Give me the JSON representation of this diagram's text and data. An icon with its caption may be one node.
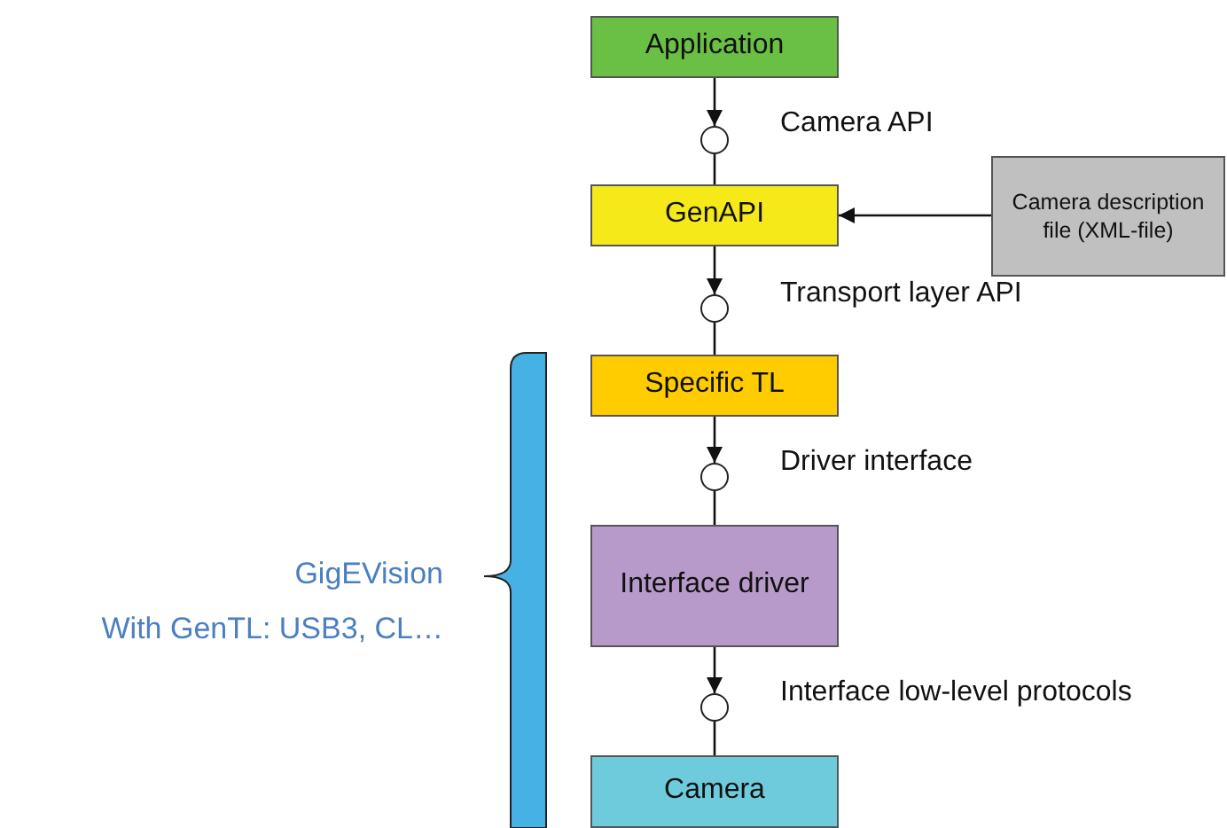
{
  "diagram": {
    "nodes": [
      {
        "text": [
          "Application"
        ]
      },
      {
        "text": [],
        "shape": "circle"
      },
      {
        "text": [
          "GenAPI"
        ]
      },
      {
        "text": [
          "Camera description file (XML-file)"
        ]
      },
      {
        "text": [],
        "shape": "circle"
      },
      {
        "text": [
          "Specific TL"
        ]
      },
      {
        "text": [],
        "shape": "circle"
      },
      {
        "text": [
          "Interface driver"
        ]
      },
      {
        "text": [],
        "shape": "circle"
      },
      {
        "text": [
          "Camera"
        ]
      }
    ],
    "edges": [
      {
        "from": 0,
        "to": 1,
        "arrow": "to"
      },
      {
        "from": 1,
        "to": 2,
        "arrow": "none"
      },
      {
        "from": 3,
        "to": 2,
        "arrow": "to"
      },
      {
        "from": 2,
        "to": 4,
        "arrow": "to"
      },
      {
        "from": 4,
        "to": 5,
        "arrow": "none"
      },
      {
        "from": 5,
        "to": 6,
        "arrow": "to"
      },
      {
        "from": 6,
        "to": 7,
        "arrow": "none"
      },
      {
        "from": 7,
        "to": 8,
        "arrow": "to"
      },
      {
        "from": 8,
        "to": 9,
        "arrow": "none"
      }
    ],
    "labels": [
      "Camera API",
      "Transport layer API",
      "Driver interface",
      "GigEVision",
      "With GenTL: USB3, CL…",
      "Interface low-level protocols"
    ]
  }
}
